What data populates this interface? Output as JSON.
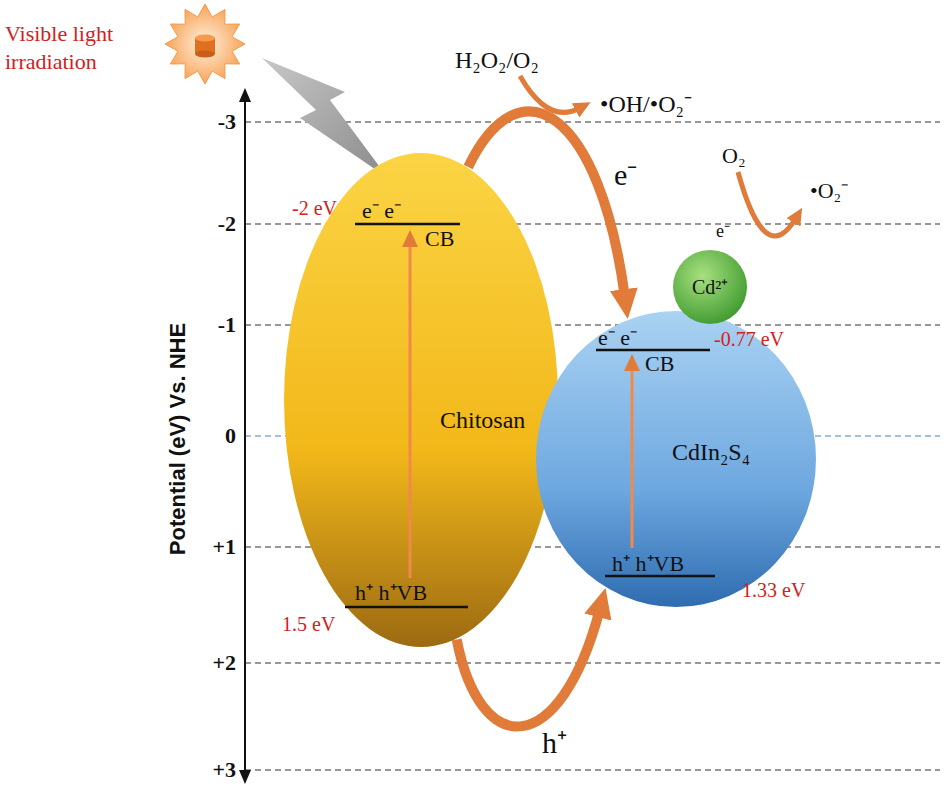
{
  "diagram": {
    "nodes": [
      {
        "text": [
          "e⁻ e⁻",
          "CB",
          "Chitosan",
          "h⁺ h⁺VB"
        ]
      },
      {
        "text": [
          "e⁻ e⁻",
          "CB",
          "CdIn₂S₄",
          "h⁺ h⁺VB"
        ]
      },
      {
        "text": [
          "Cd²⁺"
        ]
      }
    ],
    "edges": [
      {
        "from": 0,
        "to": 1,
        "arrow": "to",
        "label": "e⁻"
      },
      {
        "from": 0,
        "to": 1,
        "arrow": "to",
        "label": "h⁺"
      }
    ],
    "labels": [
      "Visible light irradiation",
      "Potential (eV) Vs. NHE",
      "-3",
      "-2",
      "-1",
      "0",
      "+1",
      "+2",
      "+3",
      "-2 eV",
      "1.5 eV",
      "-0.77 eV",
      "1.33 eV",
      "H₂O₂/O₂",
      "•OH/•O₂⁻",
      "O₂",
      "•O₂⁻",
      "e⁻"
    ]
  }
}
